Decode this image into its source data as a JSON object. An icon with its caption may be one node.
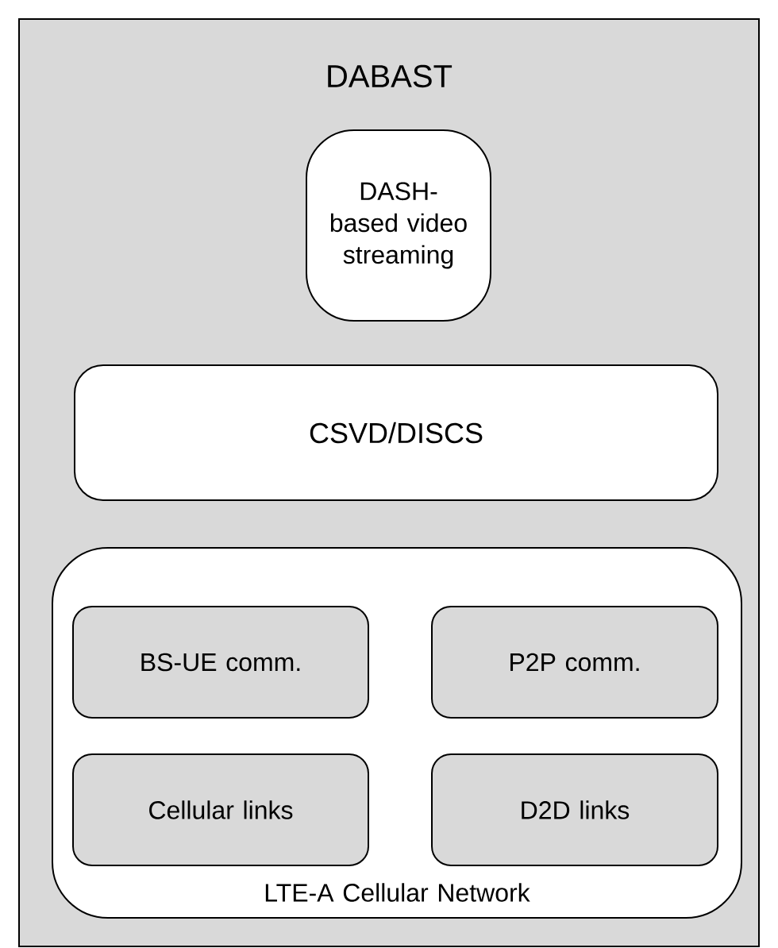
{
  "diagram": {
    "nodes": [
      {
        "text": [
          "DABAST"
        ]
      },
      {
        "text": [
          "DASH-based video streaming"
        ],
        "in": 0
      },
      {
        "text": [
          "CSVD/DISCS"
        ],
        "in": 0
      },
      {
        "text": [
          "LTE-A Cellular Network"
        ],
        "in": 0
      },
      {
        "text": [
          "BS-UE comm."
        ],
        "in": 3
      },
      {
        "text": [
          "P2P comm."
        ],
        "in": 3
      },
      {
        "text": [
          "Cellular links"
        ],
        "in": 3
      },
      {
        "text": [
          "D2D links"
        ],
        "in": 3
      }
    ]
  }
}
